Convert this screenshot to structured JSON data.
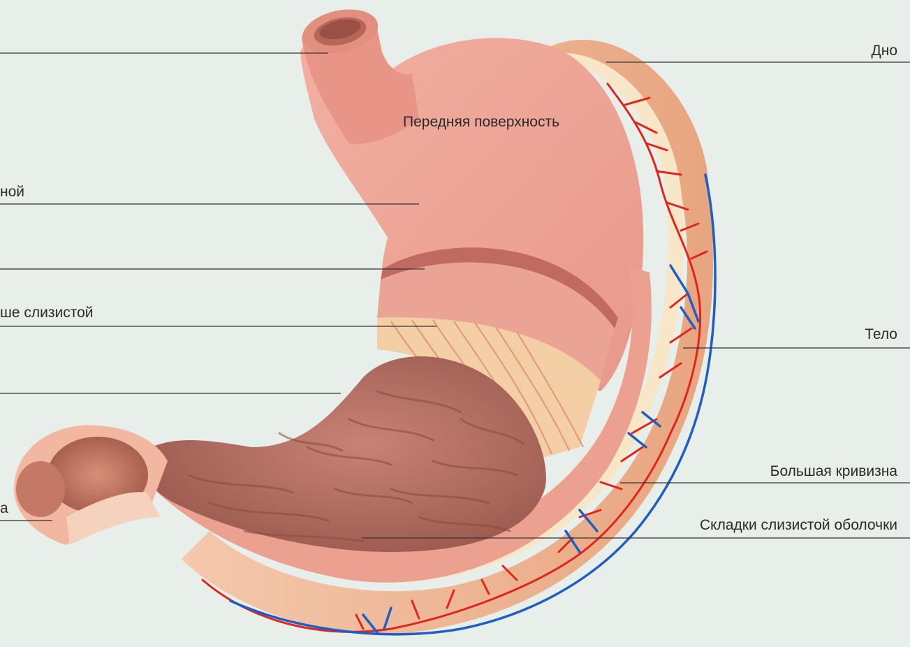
{
  "labels": {
    "fundus": "Дно",
    "anterior_surface": "Передняя поверхность",
    "left_3": "ной",
    "left_5": "ше слизистой",
    "left_7": "а",
    "body": "Тело",
    "greater_curvature": "Большая кривизна",
    "mucosal_folds": "Складки слизистой оболочки"
  },
  "colors": {
    "background": "#e8efea",
    "muscle": "#eba294",
    "serosa": "#efb79b",
    "mucosa": "#b06a5e",
    "artery": "#e0251b",
    "vein": "#1f5fc4",
    "leader_line": "#333333"
  }
}
